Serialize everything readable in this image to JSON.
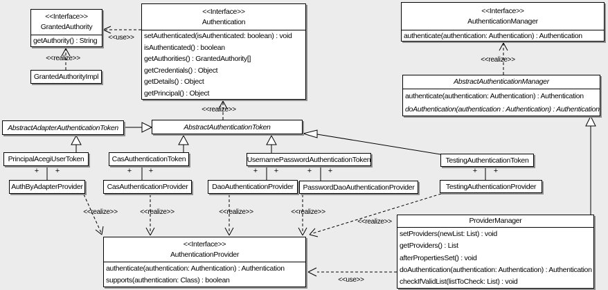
{
  "colors": {
    "background": "#ececec",
    "box_fill": "#ffffff",
    "box_border": "#000000",
    "box_shadow": "#8f8f8f",
    "line": "#000000"
  },
  "symbols": {
    "plus": "+"
  },
  "stereotype_labels": {
    "interface": "<<Interface>>",
    "use": "<<use>>",
    "realize": "<<realize>>"
  },
  "classes": {
    "granted_authority": {
      "stereotype": "<<Interface>>",
      "name": "GrantedAuthority",
      "methods": [
        "getAuthority() : String"
      ]
    },
    "authentication": {
      "stereotype": "<<Interface>>",
      "name": "Authentication",
      "methods": [
        "setAuthenticated(isAuthenticated: boolean) : void",
        "isAuthenticated() : boolean",
        "getAuthorities() : GrantedAuthority[]",
        "getCredentials() : Object",
        "getDetails() : Object",
        "getPrincipal() : Object"
      ]
    },
    "authentication_manager": {
      "stereotype": "<<Interface>>",
      "name": "AuthenticationManager",
      "methods": [
        "authenticate(authentication: Authentication) : Authentication"
      ]
    },
    "granted_authority_impl": {
      "name": "GrantedAuthorityImpl"
    },
    "abstract_authentication_manager": {
      "name": "AbstractAuthenticationManager",
      "methods": [
        "authenticate(authentication: Authentication) : Authentication",
        "doAuthentication(authentication : Authentication) : Authentication"
      ]
    },
    "abstract_adapter_authentication_token": {
      "name": "AbstractAdapterAuthenticationToken"
    },
    "abstract_authentication_token": {
      "name": "AbstractAuthenticationToken"
    },
    "principal_acegi_user_token": {
      "name": "PrincipalAcegiUserToken"
    },
    "cas_authentication_token": {
      "name": "CasAuthenticationToken"
    },
    "username_password_authentication_token": {
      "name": "UsernamePasswordAuthenticationToken"
    },
    "testing_authentication_token": {
      "name": "TestingAuthenticationToken"
    },
    "auth_by_adapter_provider": {
      "name": "AuthByAdapterProvider"
    },
    "cas_authentication_provider": {
      "name": "CasAuthenticationProvider"
    },
    "dao_authentication_provider": {
      "name": "DaoAuthenticationProvider"
    },
    "password_dao_authentication_provider": {
      "name": "PasswordDaoAuthenticationProvider"
    },
    "testing_authentication_provider": {
      "name": "TestingAuthenticationProvider"
    },
    "authentication_provider": {
      "stereotype": "<<Interface>>",
      "name": "AuthenticationProvider",
      "methods": [
        "authenticate(authentication: Authentication) : Authentication",
        "supports(authentication: Class) : boolean"
      ]
    },
    "provider_manager": {
      "name": "ProviderManager",
      "methods": [
        "setProviders(newList: List) : void",
        "getProviders() : List",
        "afterPropertiesSet() : void",
        "doAuthentication(authentication: Authentication) : Authentication",
        "checkIfValidList(listToCheck: List) : void"
      ]
    }
  }
}
